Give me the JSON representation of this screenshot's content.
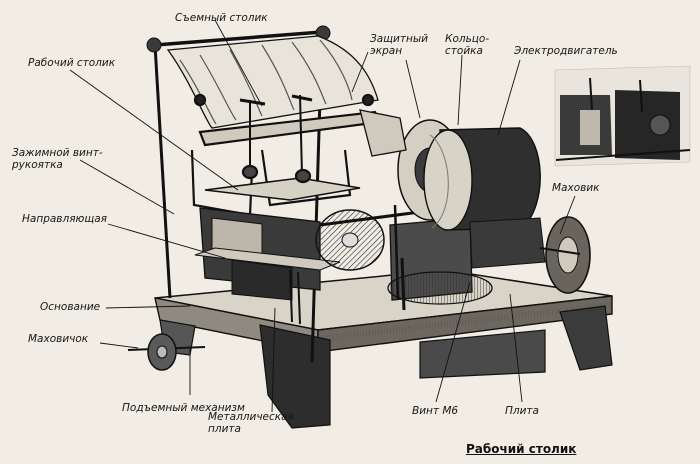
{
  "labels": {
    "removable_table": "Съемный столик",
    "work_table": "Рабочий столик",
    "protective_screen": "Защитный экран",
    "ring_stand": "Кольцо-стойка",
    "electric_motor": "Электродвигатель",
    "clamp_screw_handle": "Зажимной винт-рукоятка",
    "guide": "Направляющая",
    "handwheel": "Маховик",
    "base": "Основание",
    "small_handwheel": "Маховичок",
    "lifting_mechanism": "Подъемный механизм",
    "metal_plate": "Металлическая плита",
    "screw_m6": "Винт М6",
    "plate": "Плита"
  },
  "caption": "Рабочий столик",
  "colors": {
    "paper": "#f1ede4",
    "ink": "#161616",
    "shade": "#3a3a3a"
  }
}
